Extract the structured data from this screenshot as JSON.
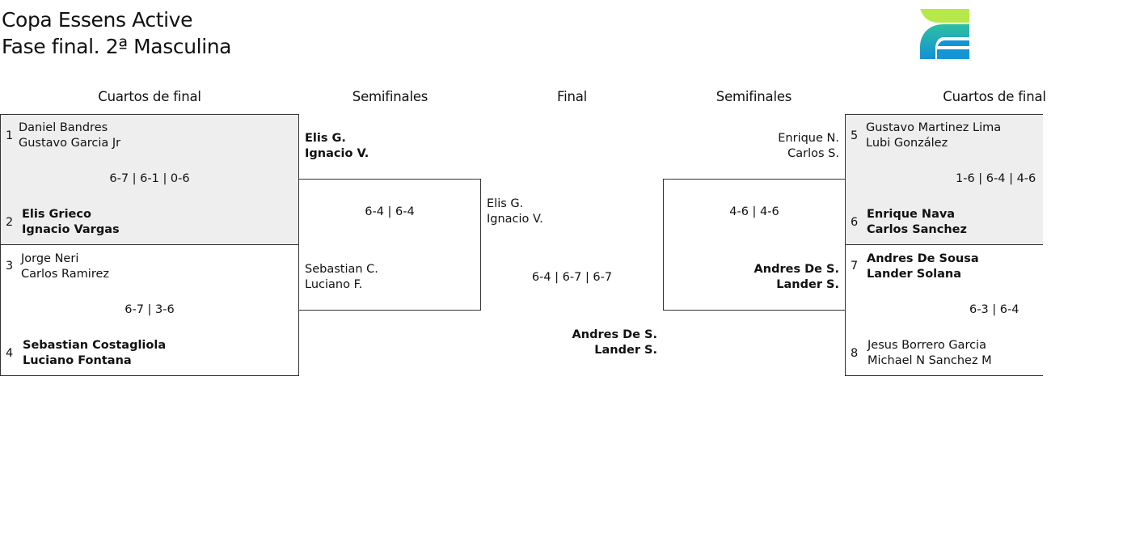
{
  "header": {
    "title_line1": "Copa Essens Active",
    "title_line2": "Fase final. 2ª Masculina",
    "logo": "brand-logo-icon"
  },
  "colors": {
    "shaded_box": "#eeeeee",
    "logo_green": "#b6e84a",
    "logo_teal": "#1ab3a8",
    "logo_blue": "#1493d6"
  },
  "rounds": {
    "left_quarters": "Cuartos de final",
    "left_semis": "Semifinales",
    "final": "Final",
    "right_semis": "Semifinales",
    "right_quarters": "Cuartos de final"
  },
  "left_quarters": [
    {
      "top": {
        "seed": "1",
        "players": [
          "Daniel Bandres",
          "Gustavo Garcia Jr"
        ]
      },
      "bottom": {
        "seed": "2",
        "players": [
          "Elis Grieco",
          "Ignacio Vargas"
        ]
      },
      "score": "6-7 | 6-1 | 0-6"
    },
    {
      "top": {
        "seed": "3",
        "players": [
          "Jorge Neri",
          "Carlos Ramirez"
        ]
      },
      "bottom": {
        "seed": "4",
        "players": [
          "Sebastian Costagliola",
          "Luciano Fontana"
        ]
      },
      "score": "6-7 | 3-6"
    }
  ],
  "left_semi": {
    "top": {
      "players": [
        "Elis G.",
        "Ignacio V."
      ]
    },
    "bottom": {
      "players": [
        "Sebastian C.",
        "Luciano F."
      ]
    },
    "score": "6-4 | 6-4"
  },
  "final": {
    "top": {
      "players": [
        "Elis G.",
        "Ignacio V."
      ]
    },
    "bottom": {
      "players": [
        "Andres De S.",
        "Lander S."
      ]
    },
    "score": "6-4 | 6-7 | 6-7"
  },
  "right_semi": {
    "top": {
      "players": [
        "Enrique N.",
        "Carlos S."
      ]
    },
    "bottom": {
      "players": [
        "Andres De S.",
        "Lander S."
      ]
    },
    "score": "4-6 | 4-6"
  },
  "right_quarters": [
    {
      "top": {
        "seed": "5",
        "players": [
          "Gustavo Martinez Lima",
          "Lubi González"
        ]
      },
      "bottom": {
        "seed": "6",
        "players": [
          "Enrique Nava",
          "Carlos Sanchez"
        ]
      },
      "score": "1-6 | 6-4 | 4-6"
    },
    {
      "top": {
        "seed": "7",
        "players": [
          "Andres De Sousa",
          "Lander Solana"
        ]
      },
      "bottom": {
        "seed": "8",
        "players": [
          "Jesus Borrero Garcia",
          "Michael N Sanchez M"
        ]
      },
      "score": "6-3 | 6-4"
    }
  ]
}
